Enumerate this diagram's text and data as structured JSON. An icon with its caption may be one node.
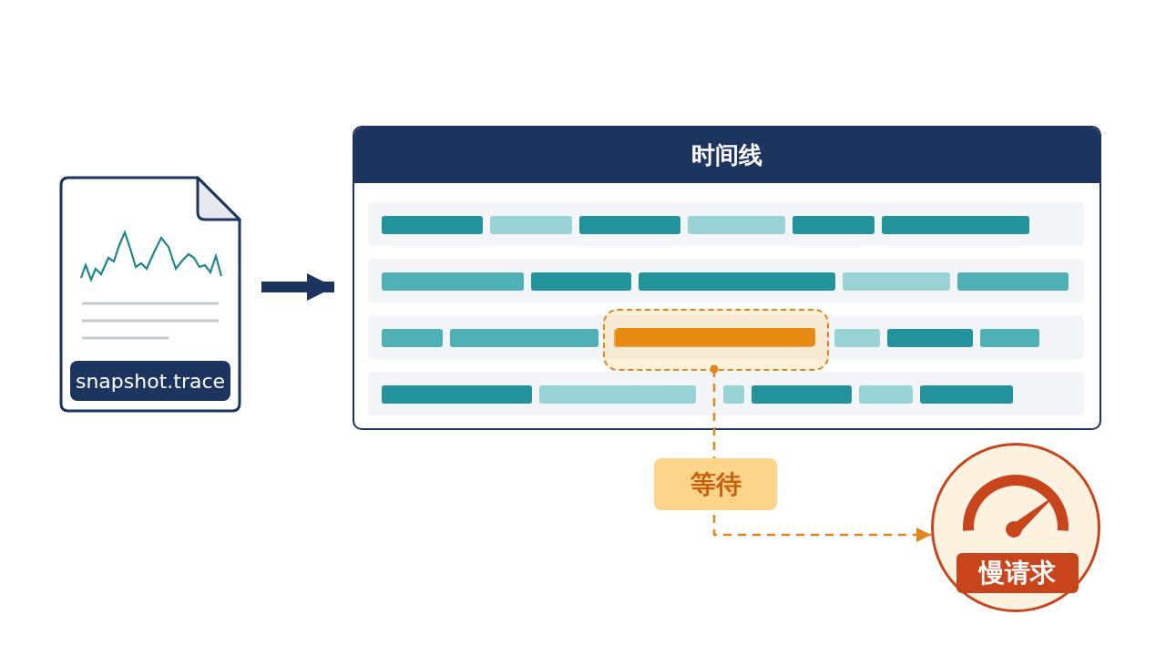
{
  "diagram": {
    "nodes": [
      {
        "text": [
          "snapshot.trace"
        ]
      },
      {
        "text": [
          "时间线"
        ]
      },
      {
        "text": [],
        "shape": "box",
        "in": 1
      },
      {
        "text": [
          "慢请求"
        ]
      }
    ],
    "edges": [
      {
        "from": 0,
        "to": 1,
        "arrow": "to",
        "style": "thick"
      },
      {
        "from": 2,
        "to": 3,
        "arrow": "to",
        "style": "dashed",
        "color": "#e0861a",
        "label": "等待"
      }
    ]
  }
}
